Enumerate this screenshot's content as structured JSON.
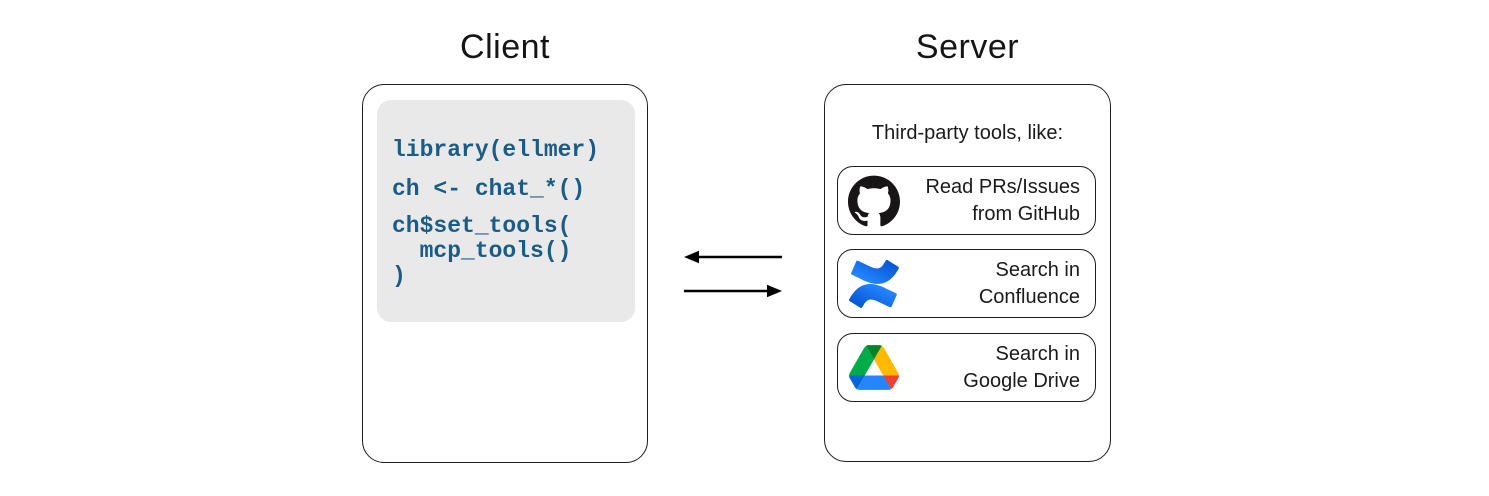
{
  "client": {
    "title": "Client",
    "code": {
      "line1": "library(ellmer)",
      "line2": "ch <- chat_*()",
      "line3": "ch$set_tools(",
      "line4": "  mcp_tools()",
      "line5": ")"
    }
  },
  "server": {
    "title": "Server",
    "subtitle": "Third-party tools, like:",
    "tools": [
      {
        "name": "github",
        "line1": "Read PRs/Issues",
        "line2": "from GitHub"
      },
      {
        "name": "confluence",
        "line1": "Search in",
        "line2": "Confluence"
      },
      {
        "name": "google-drive",
        "line1": "Search in",
        "line2": "Google Drive"
      }
    ]
  },
  "arrows": {
    "top_direction": "left",
    "bottom_direction": "right"
  },
  "colors": {
    "code_text": "#1B5C87",
    "code_background": "#E9E9E9",
    "box_border": "#1D1D1D",
    "arrow": "#000000",
    "github_black": "#171515",
    "confluence_blue_dark": "#0052CC",
    "confluence_blue_light": "#2684FF",
    "drive_blue": "#0066DA",
    "drive_green": "#00AC47",
    "drive_red": "#EA4335",
    "drive_dark_green": "#00832D",
    "drive_light_blue": "#2684FC",
    "drive_yellow": "#FFBA00"
  }
}
